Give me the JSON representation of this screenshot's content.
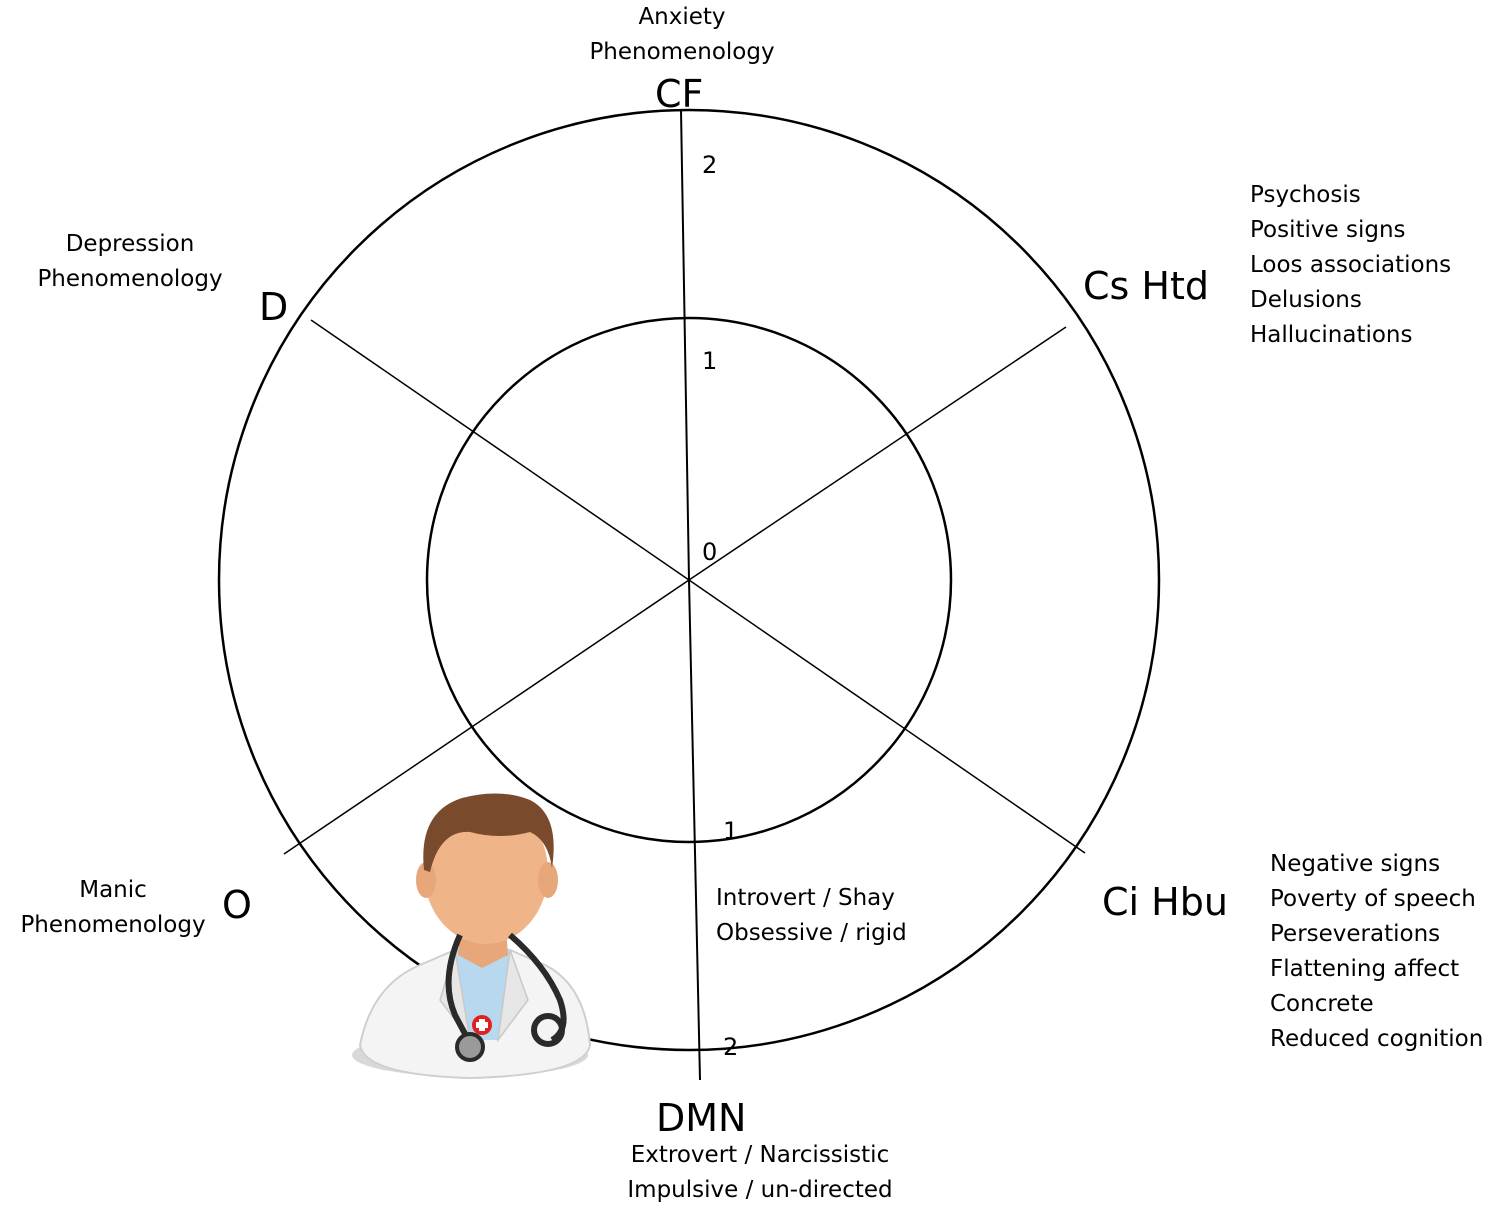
{
  "axes": {
    "cf": "CF",
    "cs_htd": "Cs Htd",
    "ci_hbu": "Ci Hbu",
    "dmn": "DMN",
    "o": "O",
    "d": "D"
  },
  "scale": {
    "zero": "0",
    "one": "1",
    "two": "2"
  },
  "labels": {
    "anxiety": [
      "Anxiety",
      "Phenomenology"
    ],
    "depression": [
      "Depression",
      "Phenomenology"
    ],
    "manic": [
      "Manic",
      "Phenomenology"
    ],
    "psychosis": [
      "Psychosis",
      "Positive signs",
      "Loos associations",
      "Delusions",
      "Hallucinations"
    ],
    "negative": [
      "Negative signs",
      "Poverty of speech",
      "Perseverations",
      "Flattening affect",
      "Concrete",
      "Reduced cognition"
    ],
    "introvert": [
      "Introvert / Shay",
      "Obsessive / rigid"
    ],
    "extrovert": [
      "Extrovert / Narcissistic",
      "Impulsive / un-directed"
    ]
  },
  "colors": {
    "line": "#000000",
    "skin": "#f0b489",
    "hair": "#7a4a2c",
    "coat": "#f4f4f4",
    "shirt": "#b8d8ef",
    "badge": "#e02020"
  },
  "icons": {
    "doctor": "doctor-avatar-icon"
  }
}
